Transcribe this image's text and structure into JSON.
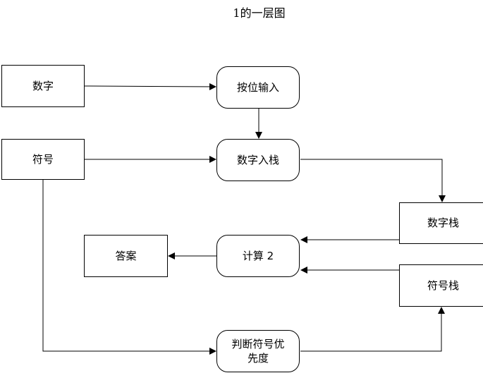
{
  "diagram": {
    "title": "1的一层图",
    "nodes": {
      "digit": "数字",
      "symbol": "符号",
      "input_by_digit": "按位输入",
      "digit_push": "数字入栈",
      "digit_stack": "数字栈",
      "answer": "答案",
      "compute": "计算 2",
      "symbol_stack": "符号栈",
      "judge_priority": "判断符号优先度"
    }
  }
}
